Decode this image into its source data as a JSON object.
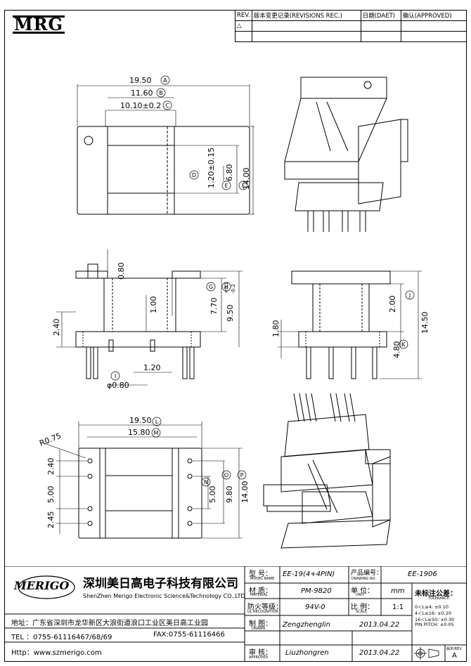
{
  "logo": {
    "text": "MRG"
  },
  "revision_table": {
    "headers": [
      "REV.",
      "版本变更记录(REVISIONS REC.)",
      "日期(DAET)",
      "确认(APPROVED)"
    ]
  },
  "drawing": {
    "top_view": {
      "dims": [
        "19.50",
        "11.60",
        "10.10±0.2",
        "1.20±0.15",
        "6.80",
        "14.00"
      ],
      "balloons": [
        "A",
        "B",
        "C",
        "D",
        "E",
        "F"
      ]
    },
    "front_view": {
      "dims": [
        "0.80",
        "1.00",
        "7.70",
        "9.50",
        "+0.1",
        "-0.2",
        "2.40",
        "1.20",
        "φ0.80"
      ],
      "balloons": [
        "G",
        "H",
        "I"
      ]
    },
    "side_view": {
      "dims": [
        "2.00",
        "14.50",
        "1.80",
        "4.80"
      ],
      "balloons": [
        "J",
        "K"
      ]
    },
    "bottom_view": {
      "dims": [
        "19.50",
        "15.80",
        "R0.75",
        "2.40",
        "5.00",
        "2.45",
        "5.00",
        "9.80",
        "14.00"
      ],
      "balloons": [
        "L",
        "M",
        "N",
        "O",
        "P"
      ]
    }
  },
  "title_block": {
    "company_cn": "深圳美日高电子科技有限公司",
    "company_en": "ShenZhen Merigo Electronic Science&Technology CO.,LTD",
    "logo_text": "MERIGO",
    "address": "地址：广东省深圳市龙华新区大浪街道浪口工业区美日高工业园",
    "tel": "TEL ：0755-61116467/68/69",
    "fax": "FAX:0755-61116466",
    "http": "Http：www.szmerigo.com",
    "model_label_cn": "型 号：",
    "model_label_en": "MODEL NAME",
    "model_value": "EE-19(4+4PIN)",
    "drawing_no_label_cn": "产品编号：",
    "drawing_no_label_en": "DRAWING NO.",
    "drawing_no_value": "EE-1906",
    "material_label_cn": "材 质：",
    "material_label_en": "MATERIAL",
    "material_value": "PM-9820",
    "unit_label_cn": "单 位：",
    "unit_label_en": "UNIT",
    "unit_value": "mm",
    "fire_label_cn": "防火等级：",
    "fire_label_en": "UL RECOGNITION",
    "fire_value": "94V-0",
    "scale_label_cn": "比 例：",
    "scale_label_en": "SCALE",
    "scale_value": "1:1",
    "drawn_label_cn": "制 图：",
    "drawn_label_en": "DRAWN",
    "drawn_by": "Zengzhenglin",
    "drawn_date": "2013.04.22",
    "approved_label_cn": "审 核：",
    "approved_label_en": "APPROVED",
    "approved_by": "Liuzhongren",
    "approved_date": "2013.04.22",
    "tolerance_title_cn": "未标注公差：",
    "tolerance_title_en": "TOLERANCE",
    "tolerance_rows": [
      "0＜L≤4:  ±0.10",
      "4＜L≤16: ±0.20",
      "16＜L≤50: ±0.30",
      "PIN PITCH: ±0.05"
    ],
    "version_label": "版本/REV.",
    "version_value": "A"
  }
}
